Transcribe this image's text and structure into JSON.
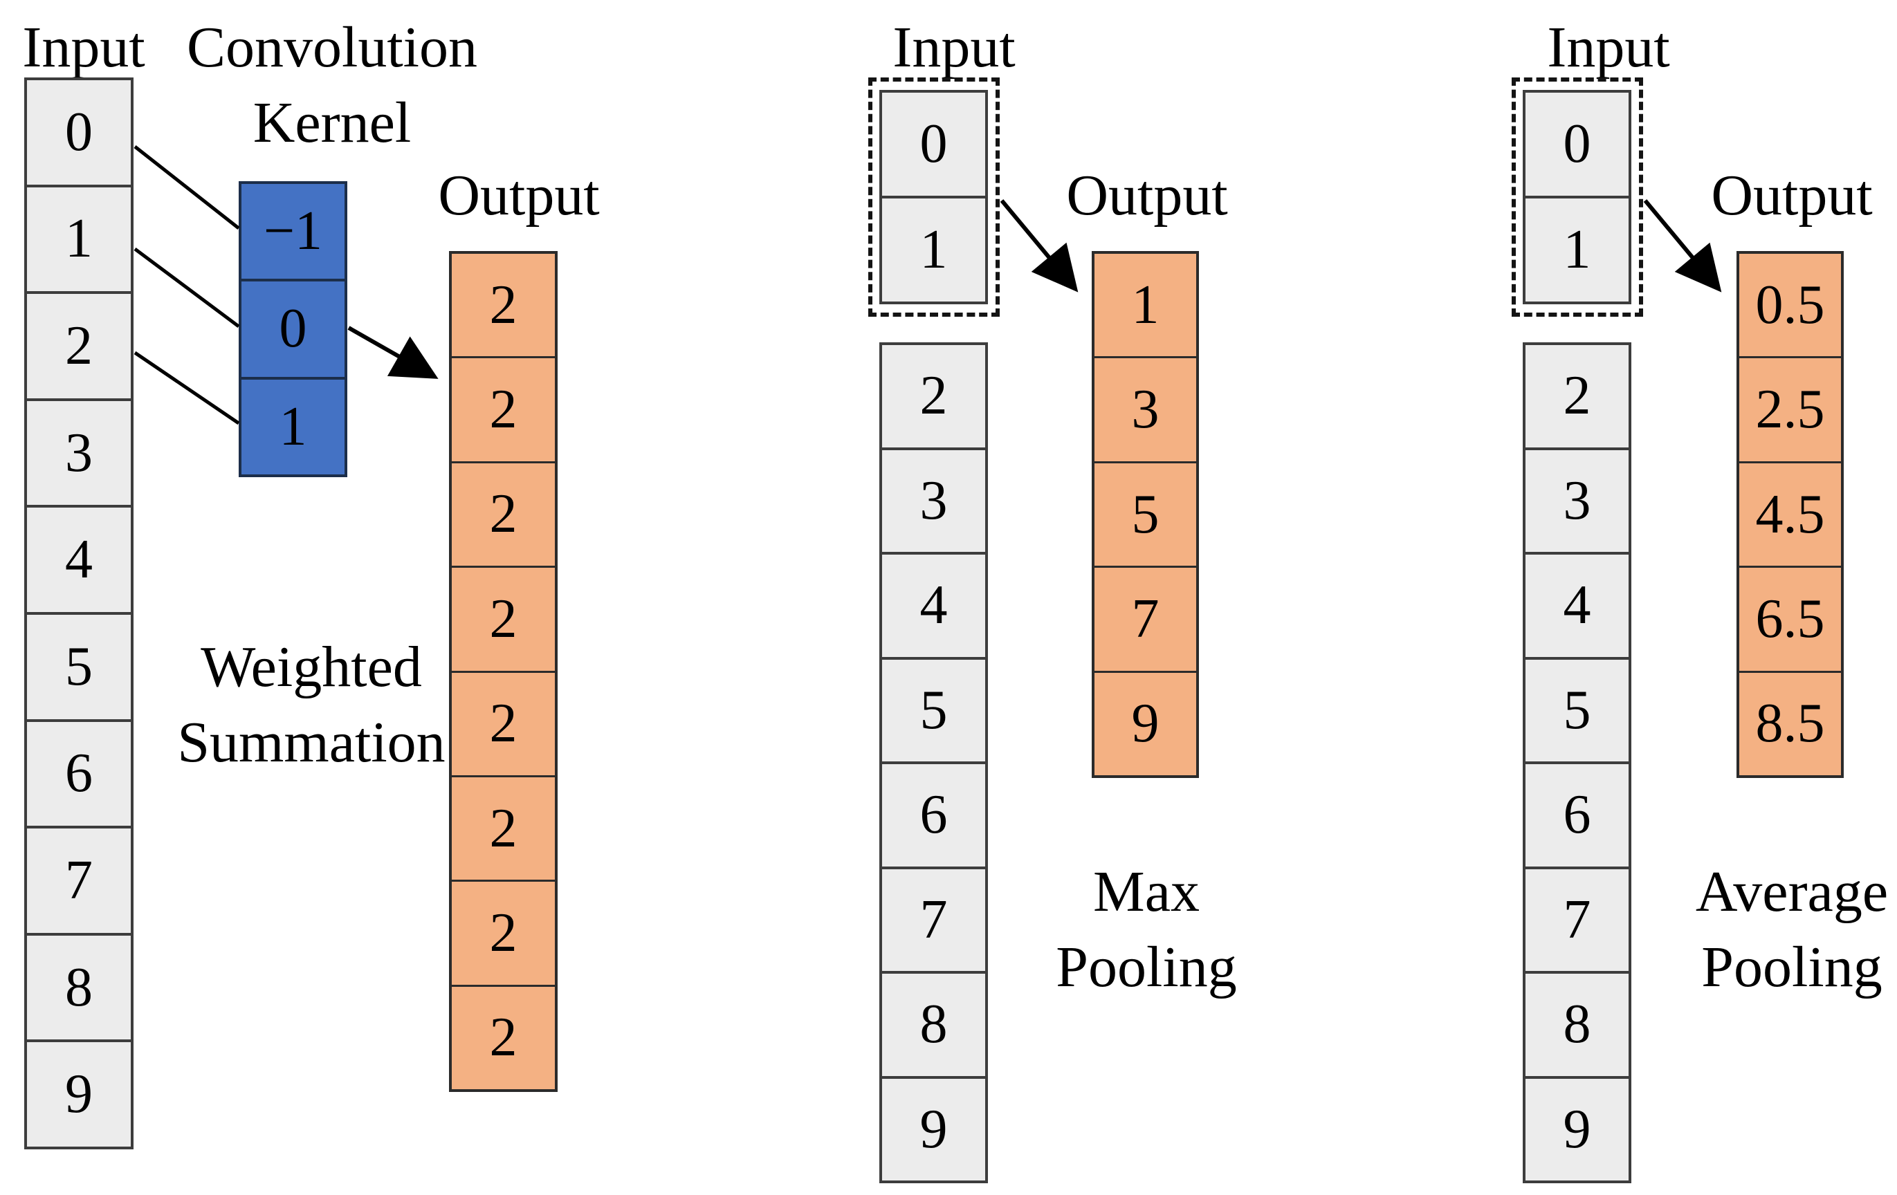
{
  "colors": {
    "background": "#FFFFFF",
    "input_cell_fill": "#ECECEC",
    "kernel_cell_fill": "#4472C4",
    "output_cell_fill": "#F4B183",
    "cell_border": "#3D3D3D",
    "connector": "#000000",
    "text": "#000000"
  },
  "panels": {
    "convolution": {
      "input_label": "Input",
      "kernel_label_line1": "Convolution",
      "kernel_label_line2": "Kernel",
      "output_label": "Output",
      "operation_label_line1": "Weighted",
      "operation_label_line2": "Summation",
      "input_cells": [
        "0",
        "1",
        "2",
        "3",
        "4",
        "5",
        "6",
        "7",
        "8",
        "9"
      ],
      "kernel_cells": [
        "−1",
        "0",
        "1"
      ],
      "output_cells": [
        "2",
        "2",
        "2",
        "2",
        "2",
        "2",
        "2",
        "2"
      ]
    },
    "max_pooling": {
      "input_label": "Input",
      "output_label": "Output",
      "operation_label_line1": "Max",
      "operation_label_line2": "Pooling",
      "window_cells": [
        "0",
        "1"
      ],
      "input_cells": [
        "2",
        "3",
        "4",
        "5",
        "6",
        "7",
        "8",
        "9"
      ],
      "output_cells": [
        "1",
        "3",
        "5",
        "7",
        "9"
      ]
    },
    "average_pooling": {
      "input_label": "Input",
      "output_label": "Output",
      "operation_label_line1": "Average",
      "operation_label_line2": "Pooling",
      "window_cells": [
        "0",
        "1"
      ],
      "input_cells": [
        "2",
        "3",
        "4",
        "5",
        "6",
        "7",
        "8",
        "9"
      ],
      "output_cells": [
        "0.5",
        "2.5",
        "4.5",
        "6.5",
        "8.5"
      ]
    }
  }
}
